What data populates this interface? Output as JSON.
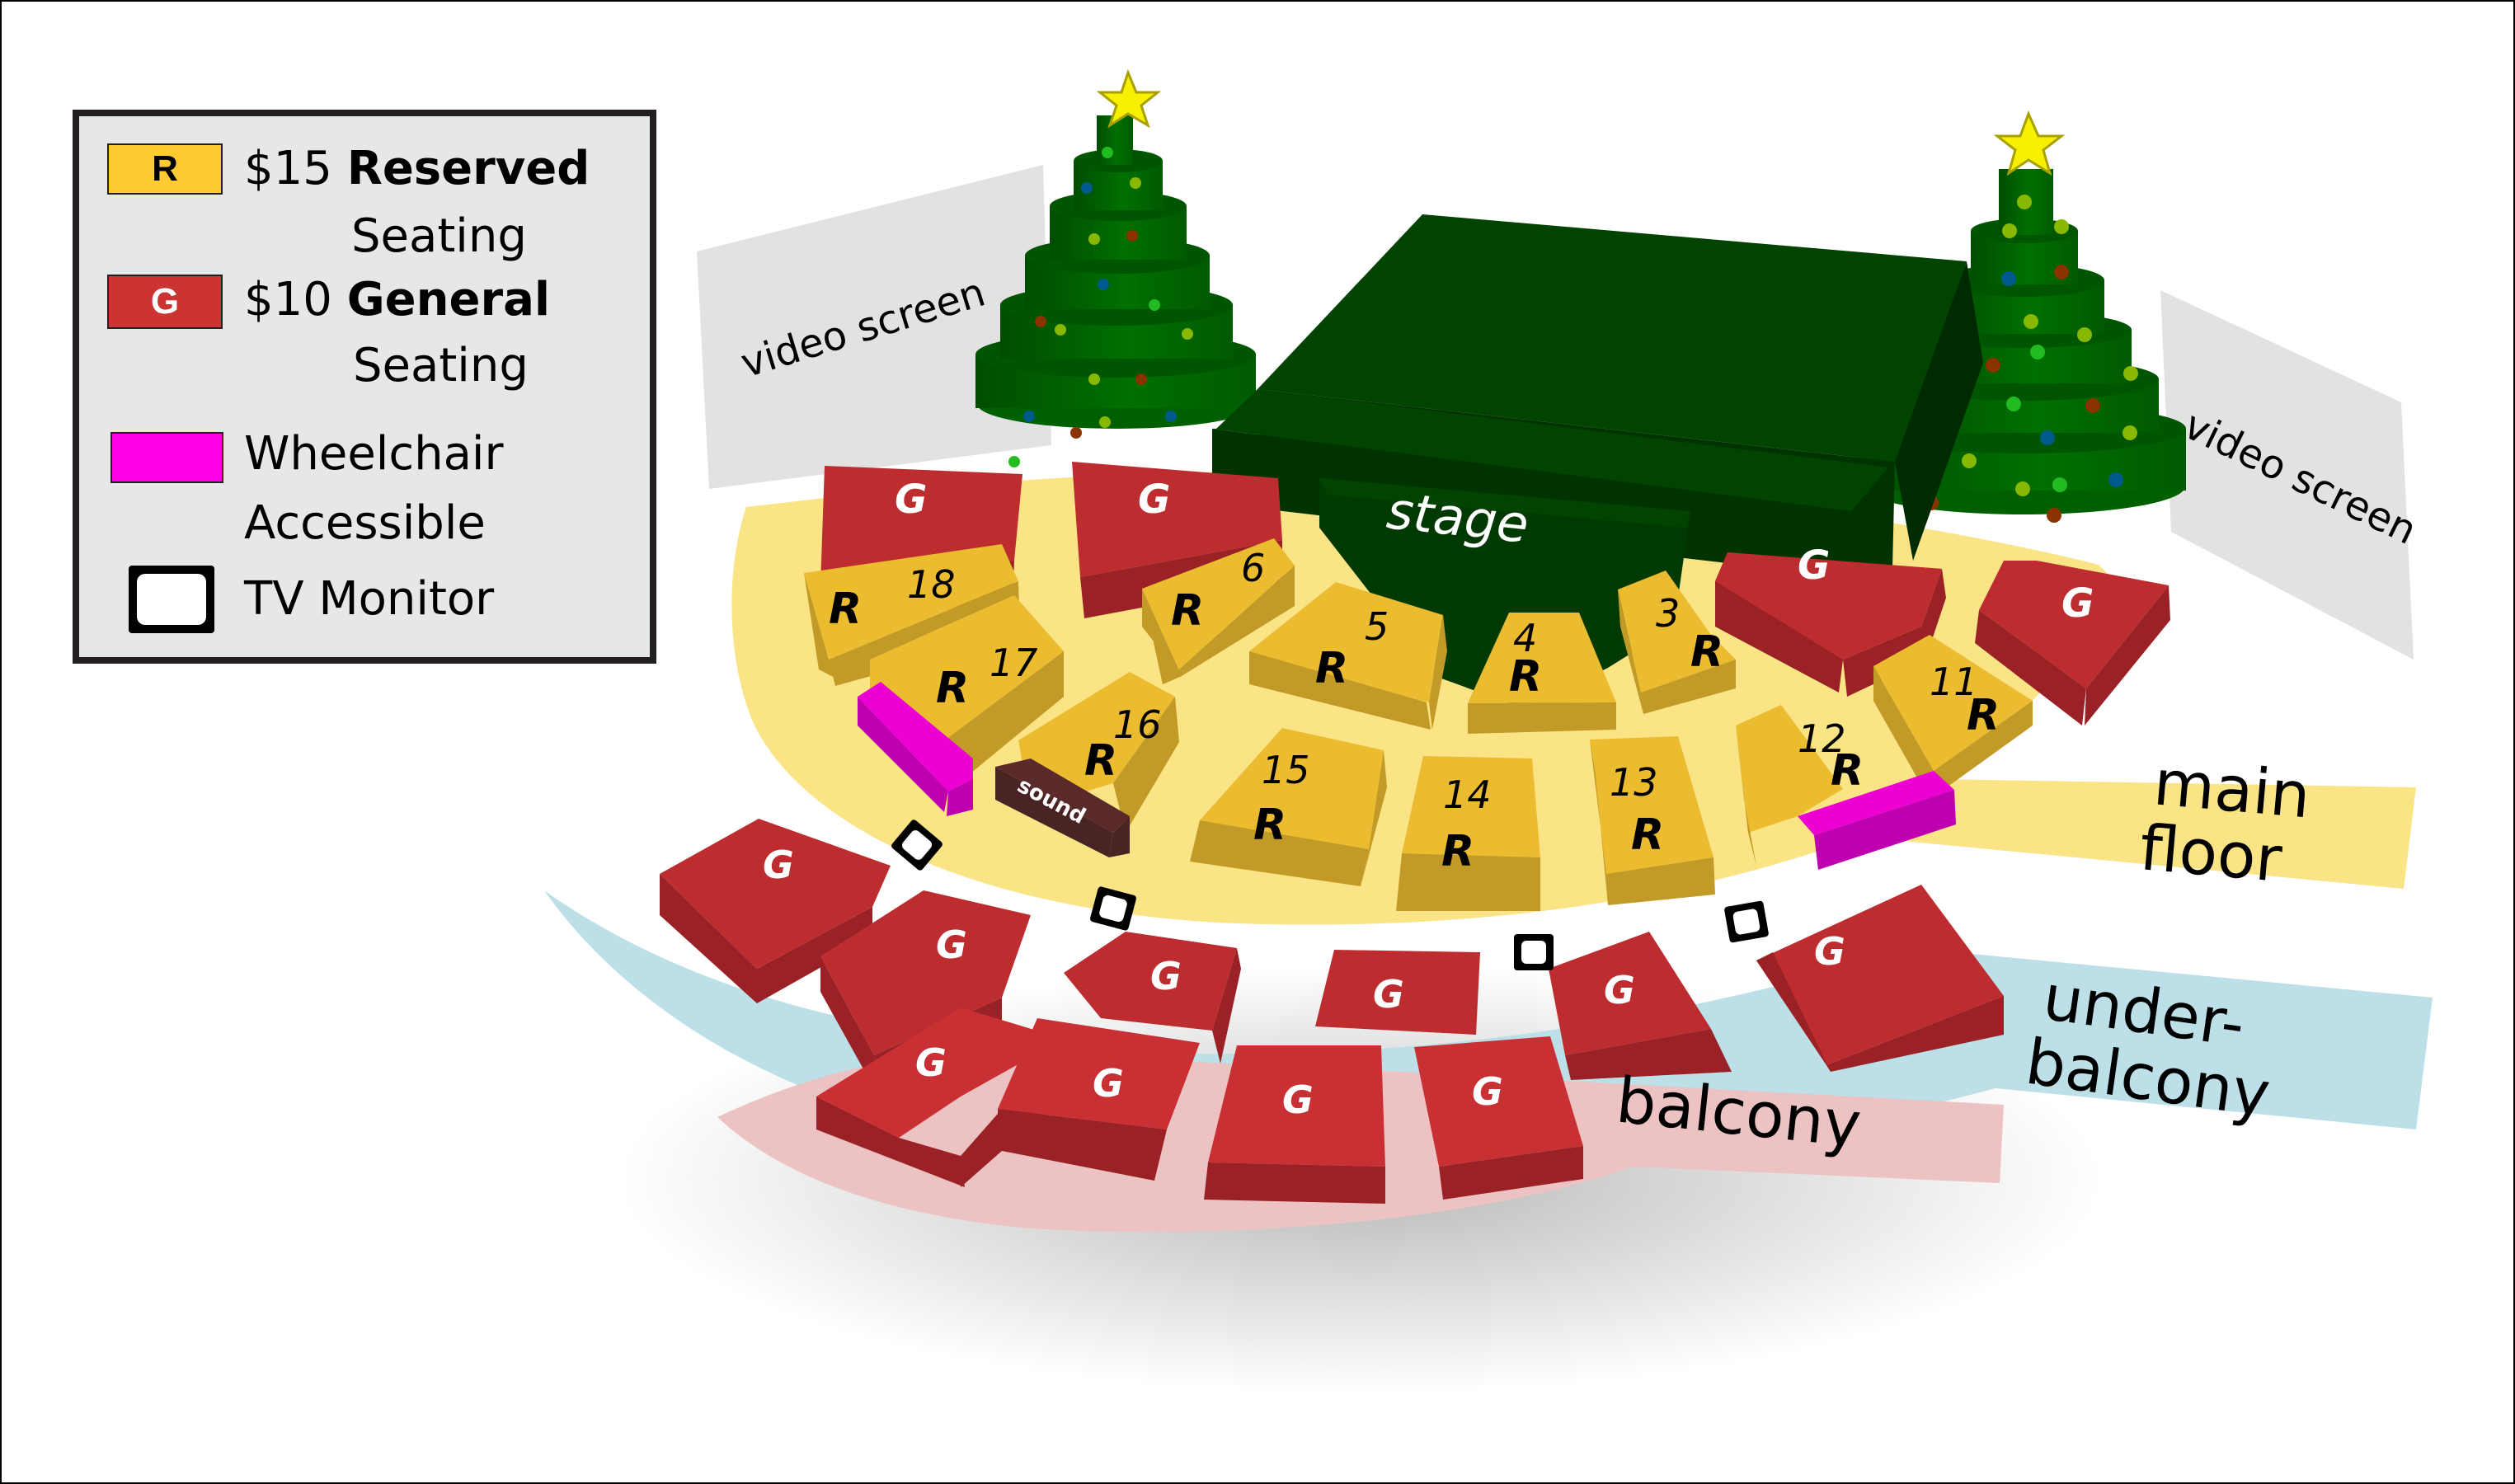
{
  "legend": {
    "items": [
      {
        "swatch_label": "R",
        "price": "$15",
        "name": "Reserved",
        "sub": "Seating",
        "color": "#ffcb31",
        "text_color": "#000000"
      },
      {
        "swatch_label": "G",
        "price": "$10",
        "name": "General",
        "sub": "Seating",
        "color": "#cc3333",
        "text_color": "#ffffff"
      },
      {
        "swatch_label": "",
        "line1": "Wheelchair",
        "line2": "Accessible",
        "color": "#ff00e6"
      },
      {
        "swatch_label": "",
        "line1": "TV Monitor",
        "color": "#ffffff"
      }
    ]
  },
  "colors": {
    "reserved_top": "#ebbb30",
    "reserved_side": "#c29a27",
    "general_top": "#bd2c2f",
    "general_side": "#9a2226",
    "wheelchair_top": "#ec00d3",
    "wheelchair_side": "#bf00b0",
    "sound_top": "#5a2a2a",
    "sound_side": "#4a2424",
    "main_floor_band": "#fbe485",
    "under_balcony_band": "#bcdfe8",
    "balcony_band": "#ecc3c2",
    "stage_dark": "#003300",
    "stage_mid": "#004400",
    "tree_green": "#006600",
    "screen_gray": "#e2e2e2"
  },
  "stage": {
    "label": "stage"
  },
  "video_screens": [
    {
      "label": "video screen",
      "side": "left"
    },
    {
      "label": "video screen",
      "side": "right"
    }
  ],
  "sound_booth": {
    "label": "sound"
  },
  "areas": {
    "main_floor": {
      "line1": "main",
      "line2": "floor"
    },
    "under_balcony": {
      "line1": "under-",
      "line2": "balcony"
    },
    "balcony": {
      "line1": "balcony"
    }
  },
  "main_floor_reserved": [
    {
      "section": "18",
      "label": "R"
    },
    {
      "section": "6",
      "label": "R"
    },
    {
      "section": "5",
      "label": "R"
    },
    {
      "section": "4",
      "label": "R"
    },
    {
      "section": "3",
      "label": "R"
    },
    {
      "section": "17",
      "label": "R"
    },
    {
      "section": "16",
      "label": "R"
    },
    {
      "section": "15",
      "label": "R"
    },
    {
      "section": "14",
      "label": "R"
    },
    {
      "section": "13",
      "label": "R"
    },
    {
      "section": "12",
      "label": "R"
    },
    {
      "section": "11",
      "label": "R"
    }
  ],
  "main_floor_general": [
    {
      "label": "G"
    },
    {
      "label": "G"
    },
    {
      "label": "G"
    },
    {
      "label": "G"
    }
  ],
  "under_balcony_general": [
    {
      "label": "G"
    },
    {
      "label": "G"
    },
    {
      "label": "G"
    },
    {
      "label": "G"
    },
    {
      "label": "G"
    },
    {
      "label": "G"
    }
  ],
  "balcony_general": [
    {
      "label": "G"
    },
    {
      "label": "G"
    },
    {
      "label": "G"
    },
    {
      "label": "G"
    }
  ],
  "tv_monitors": 4
}
